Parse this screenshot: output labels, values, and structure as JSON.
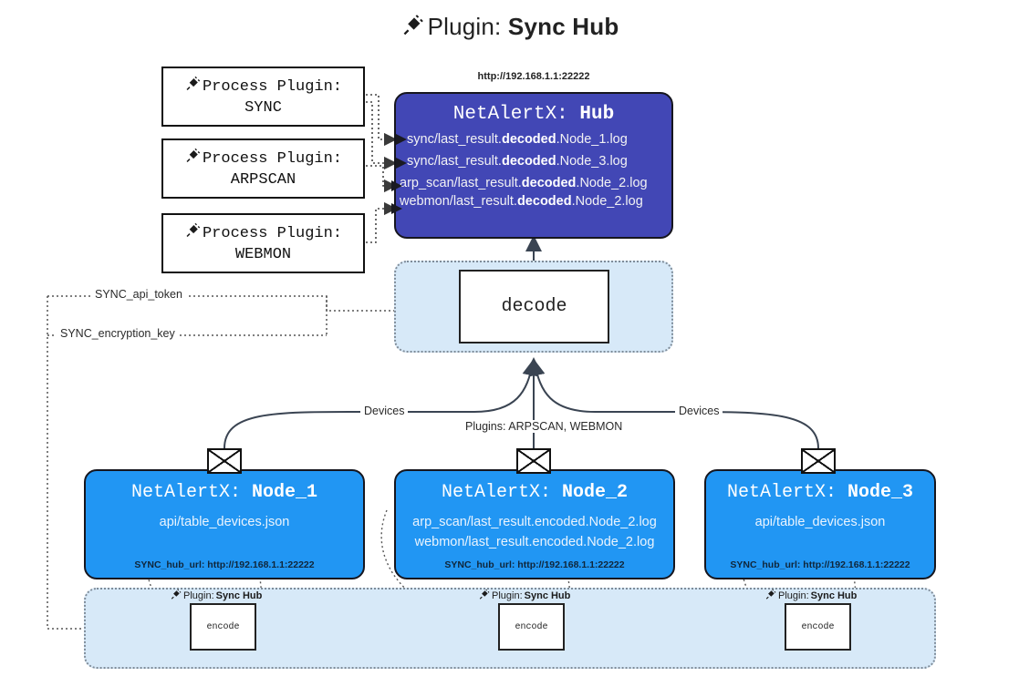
{
  "title": {
    "icon": "plug-icon",
    "prefix": "Plugin:",
    "name": "Sync Hub"
  },
  "process_plugins": [
    {
      "icon": "plug-icon",
      "line1": "Process Plugin:",
      "line2": "SYNC"
    },
    {
      "icon": "plug-icon",
      "line1": "Process Plugin:",
      "line2": "ARPSCAN"
    },
    {
      "icon": "plug-icon",
      "line1": "Process Plugin:",
      "line2": "WEBMON"
    }
  ],
  "hub": {
    "url": "http://192.168.1.1:22222",
    "title_prefix": "NetAlertX:",
    "title_name": "Hub",
    "color": "#4247b5",
    "logs": [
      {
        "pre": "sync/last_result.",
        "mid": "decoded",
        "post": ".Node_1.log"
      },
      {
        "pre": "sync/last_result.",
        "mid": "decoded",
        "post": ".Node_3.log"
      },
      {
        "pre": "arp_scan/last_result.",
        "mid": "decoded",
        "post": ".Node_2.log"
      },
      {
        "pre": "webmon/last_result.",
        "mid": "decoded",
        "post": ".Node_2.log"
      }
    ]
  },
  "decode": {
    "label": "decode",
    "container_color": "#d7e9f8"
  },
  "settings": {
    "api_token": "SYNC_api_token",
    "encryption_key": "SYNC_encryption_key"
  },
  "wire_labels": {
    "devices_left": "Devices",
    "plugins_center": "Plugins: ARPSCAN, WEBMON",
    "devices_right": "Devices"
  },
  "nodes": [
    {
      "title_prefix": "NetAlertX:",
      "title_name": "Node_1",
      "lines": [
        "api/table_devices.json"
      ],
      "hub_url": "SYNC_hub_url: http://192.168.1.1:22222",
      "color": "#2196f3"
    },
    {
      "title_prefix": "NetAlertX:",
      "title_name": "Node_2",
      "lines": [
        "arp_scan/last_result.encoded.Node_2.log",
        "webmon/last_result.encoded.Node_2.log"
      ],
      "hub_url": "SYNC_hub_url: http://192.168.1.1:22222",
      "color": "#2196f3"
    },
    {
      "title_prefix": "NetAlertX:",
      "title_name": "Node_3",
      "lines": [
        "api/table_devices.json"
      ],
      "hub_url": "SYNC_hub_url: http://192.168.1.1:22222",
      "color": "#2196f3"
    }
  ],
  "encoders": [
    {
      "icon": "plug-icon",
      "label_prefix": "Plugin:",
      "label_name": "Sync Hub",
      "box": "encode"
    },
    {
      "icon": "plug-icon",
      "label_prefix": "Plugin:",
      "label_name": "Sync Hub",
      "box": "encode"
    },
    {
      "icon": "plug-icon",
      "label_prefix": "Plugin:",
      "label_name": "Sync Hub",
      "box": "encode"
    }
  ]
}
